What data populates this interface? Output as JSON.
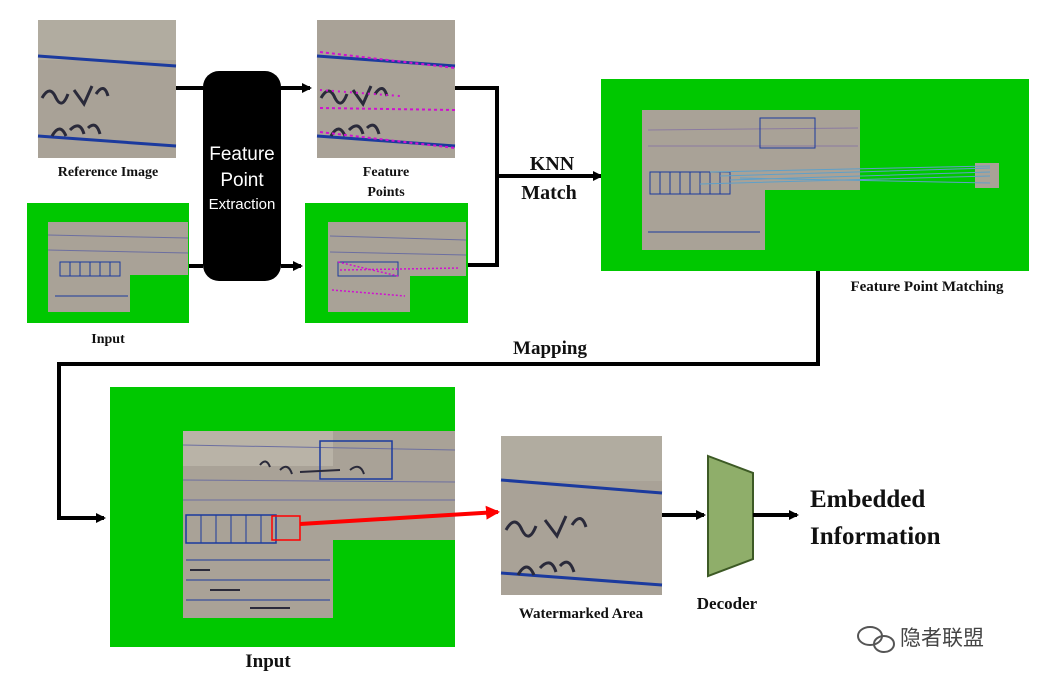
{
  "labels": {
    "reference_image": "Reference Image",
    "input_top": "Input",
    "feature_point_line1": "Feature",
    "feature_point_line2": "Point",
    "feature_point_line3": "Extraction",
    "feature_points_line1": "Feature",
    "feature_points_line2": "Points",
    "knn_line1": "KNN",
    "knn_line2": "Match",
    "feature_point_matching": "Feature Point Matching",
    "mapping": "Mapping",
    "input_bottom": "Input",
    "watermarked_area": "Watermarked Area",
    "decoder": "Decoder",
    "embedded_line1": "Embedded",
    "embedded_line2": "Information"
  },
  "watermark": {
    "text": "隐者联盟"
  },
  "colors": {
    "green": "#00c800",
    "paper": "#a9a297",
    "paper_light": "#c9c3b8",
    "ink_blue": "#1b3a9e",
    "ink_dark": "#2a2a3a",
    "feature_magenta": "#d010d0",
    "black_box": "#000000",
    "red_arrow": "#ff0000",
    "decoder_fill": "#8fae6a",
    "decoder_stroke": "#3d5a25",
    "match_line": "#5fa0c8"
  }
}
